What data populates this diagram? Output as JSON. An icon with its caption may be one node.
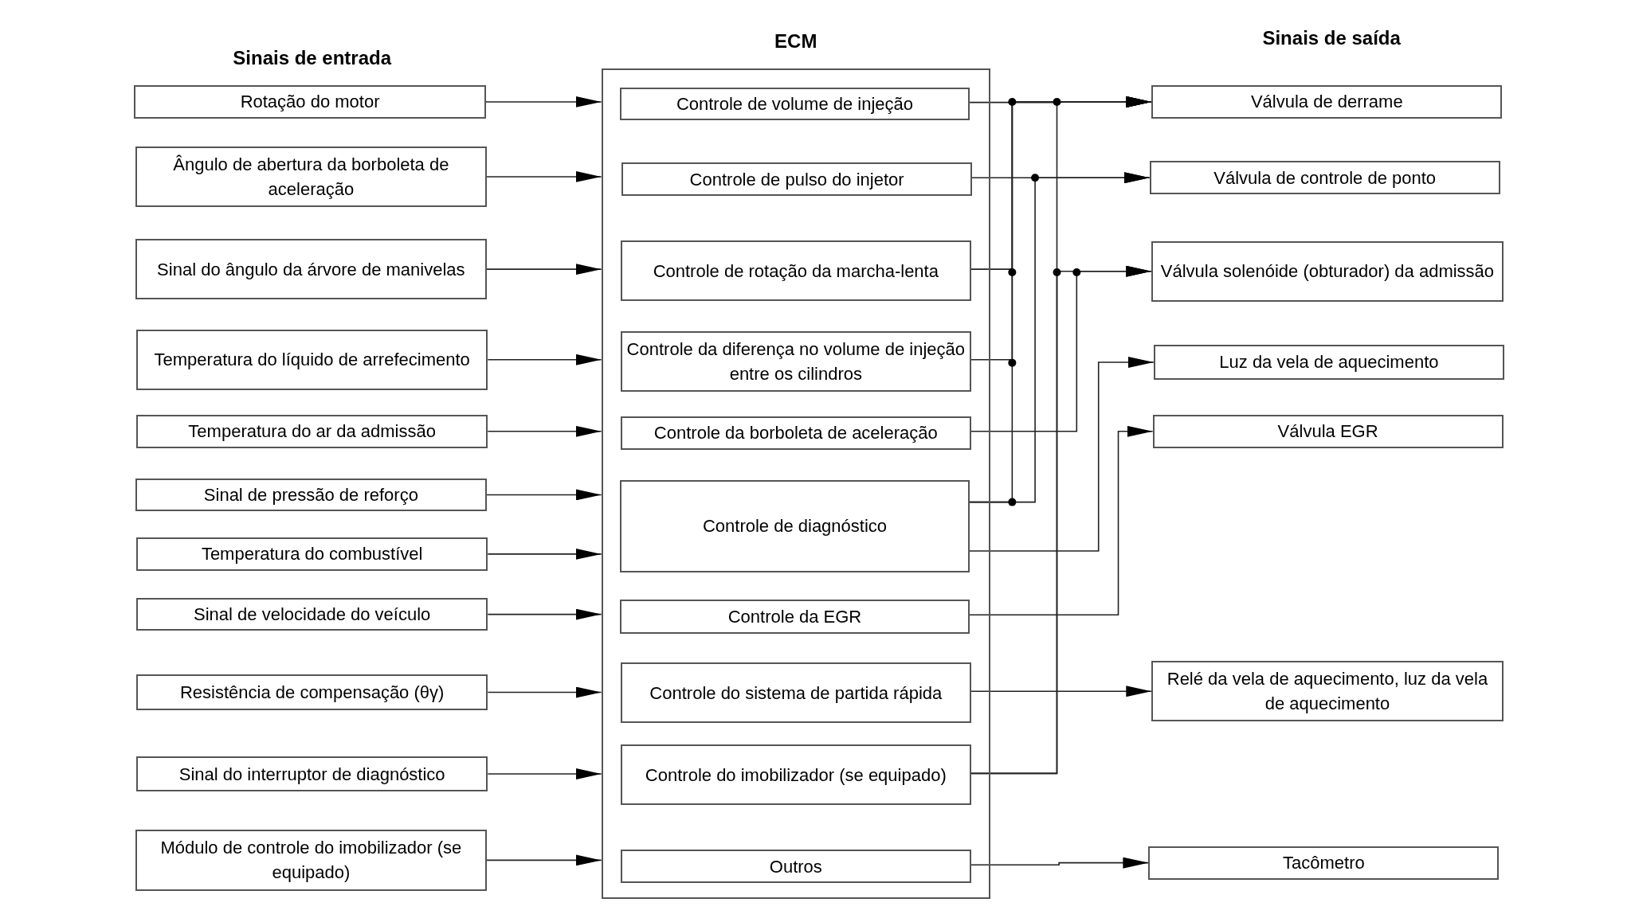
{
  "diagram": {
    "nodes": [
      {
        "text": [
          "Rotação do motor"
        ]
      },
      {
        "text": [
          "Ângulo de abertura da borboleta de aceleração"
        ]
      },
      {
        "text": [
          "Sinal do ângulo da árvore de manivelas"
        ]
      },
      {
        "text": [
          "Temperatura do líquido de arrefecimento"
        ]
      },
      {
        "text": [
          "Temperatura do ar da admissão"
        ]
      },
      {
        "text": [
          "Sinal de pressão de reforço"
        ]
      },
      {
        "text": [
          "Temperatura do combustível"
        ]
      },
      {
        "text": [
          "Sinal de velocidade do veículo"
        ]
      },
      {
        "text": [
          "Resistência de compensação (θγ)"
        ]
      },
      {
        "text": [
          "Sinal do interruptor de diagnóstico"
        ]
      },
      {
        "text": [
          "Módulo de controle do imobilizador (se equipado)"
        ]
      },
      {
        "text": [
          "ECM"
        ]
      },
      {
        "text": [
          "Controle de volume de injeção"
        ],
        "in": 11
      },
      {
        "text": [
          "Controle de pulso do injetor"
        ],
        "in": 11
      },
      {
        "text": [
          "Controle de rotação da marcha-lenta"
        ],
        "in": 11
      },
      {
        "text": [
          "Controle da diferença no volume de injeção entre os cilindros"
        ],
        "in": 11
      },
      {
        "text": [
          "Controle da borboleta de aceleração"
        ],
        "in": 11
      },
      {
        "text": [
          "Controle de diagnóstico"
        ],
        "in": 11
      },
      {
        "text": [
          "Controle da EGR"
        ],
        "in": 11
      },
      {
        "text": [
          "Controle do sistema de partida rápida"
        ],
        "in": 11
      },
      {
        "text": [
          "Controle do imobilizador (se equipado)"
        ],
        "in": 11
      },
      {
        "text": [
          "Outros"
        ],
        "in": 11
      },
      {
        "text": [
          "Válvula de derrame"
        ]
      },
      {
        "text": [
          "Válvula de controle de ponto"
        ]
      },
      {
        "text": [
          "Válvula solenóide (obturador) da admissão"
        ]
      },
      {
        "text": [
          "Luz da vela de aquecimento"
        ]
      },
      {
        "text": [
          "Válvula EGR"
        ]
      },
      {
        "text": [
          "Relé da vela de aquecimento, luz da vela de aquecimento"
        ]
      },
      {
        "text": [
          "Tacômetro"
        ]
      }
    ],
    "edges": [
      {
        "from": 0,
        "to": 11,
        "arrow": "to"
      },
      {
        "from": 1,
        "to": 11,
        "arrow": "to"
      },
      {
        "from": 2,
        "to": 11,
        "arrow": "to"
      },
      {
        "from": 3,
        "to": 11,
        "arrow": "to"
      },
      {
        "from": 4,
        "to": 11,
        "arrow": "to"
      },
      {
        "from": 5,
        "to": 11,
        "arrow": "to"
      },
      {
        "from": 6,
        "to": 11,
        "arrow": "to"
      },
      {
        "from": 7,
        "to": 11,
        "arrow": "to"
      },
      {
        "from": 8,
        "to": 11,
        "arrow": "to"
      },
      {
        "from": 9,
        "to": 11,
        "arrow": "to"
      },
      {
        "from": 10,
        "to": 11,
        "arrow": "to"
      },
      {
        "from": 12,
        "to": 22,
        "arrow": "to"
      },
      {
        "from": 14,
        "to": 22,
        "arrow": "to"
      },
      {
        "from": 15,
        "to": 22,
        "arrow": "to"
      },
      {
        "from": 17,
        "to": 22,
        "arrow": "to"
      },
      {
        "from": 20,
        "to": 22,
        "arrow": "to"
      },
      {
        "from": 13,
        "to": 23,
        "arrow": "to"
      },
      {
        "from": 17,
        "to": 23,
        "arrow": "to"
      },
      {
        "from": 16,
        "to": 24,
        "arrow": "to"
      },
      {
        "from": 20,
        "to": 24,
        "arrow": "to"
      },
      {
        "from": 17,
        "to": 25,
        "arrow": "to"
      },
      {
        "from": 18,
        "to": 26,
        "arrow": "to"
      },
      {
        "from": 19,
        "to": 27,
        "arrow": "to"
      },
      {
        "from": 21,
        "to": 28,
        "arrow": "to"
      }
    ],
    "labels": [
      "Sinais de entrada",
      "Sinais de saída"
    ]
  }
}
